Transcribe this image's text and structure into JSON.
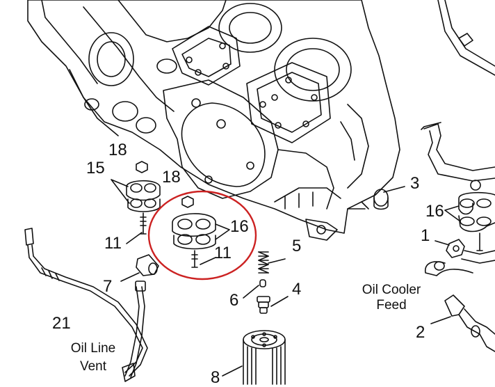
{
  "callouts": {
    "c1": "1",
    "c2": "2",
    "c3": "3",
    "c4": "4",
    "c5": "5",
    "c6": "6",
    "c7": "7",
    "c8": "8",
    "c11a": "11",
    "c11b": "11",
    "c15": "15",
    "c16a": "16",
    "c16b": "16",
    "c18a": "18",
    "c18b": "18",
    "c21": "21"
  },
  "captions": {
    "oil_cooler_line1": "Oil Cooler",
    "oil_cooler_line2": "Feed",
    "oil_vent_line1": "Oil Line",
    "oil_vent_line2": "Vent"
  },
  "colors": {
    "ink": "#111111",
    "highlight_circle": "#cc2222",
    "background": "#ffffff"
  }
}
